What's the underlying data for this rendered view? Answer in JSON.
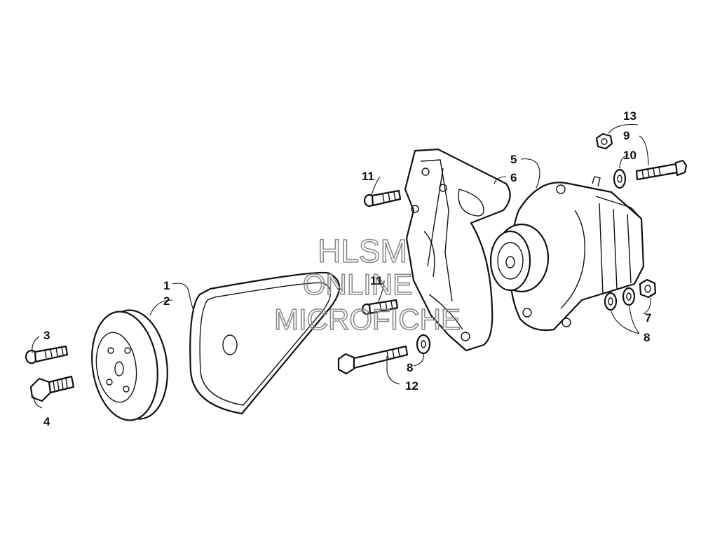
{
  "callouts": {
    "c1": "1",
    "c2": "2",
    "c3": "3",
    "c4": "4",
    "c5": "5",
    "c6": "6",
    "c7": "7",
    "c8a": "8",
    "c8b": "8",
    "c9": "9",
    "c10": "10",
    "c11a": "11",
    "c11b": "11",
    "c12": "12",
    "c13": "13"
  },
  "watermark": {
    "line1": "HLSM",
    "line2": "ONLINE",
    "line3": "MICROFICHE"
  }
}
